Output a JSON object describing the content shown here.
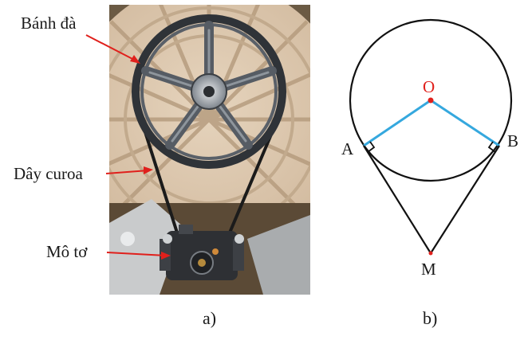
{
  "photo_panel": {
    "labels": {
      "flywheel": "Bánh đà",
      "belt": "Dây curoa",
      "motor": "Mô tơ"
    },
    "caption": "a)",
    "arrow_color": "#e0201c",
    "plastic_color": "#d8c2a8",
    "metal_color": "#4a4f56"
  },
  "geometry_panel": {
    "points": {
      "center": "O",
      "tangent_left": "A",
      "tangent_right": "B",
      "external": "M"
    },
    "caption": "b)",
    "radius_color": "#35a8de",
    "center_color": "#e0201c",
    "line_color": "#111111"
  }
}
